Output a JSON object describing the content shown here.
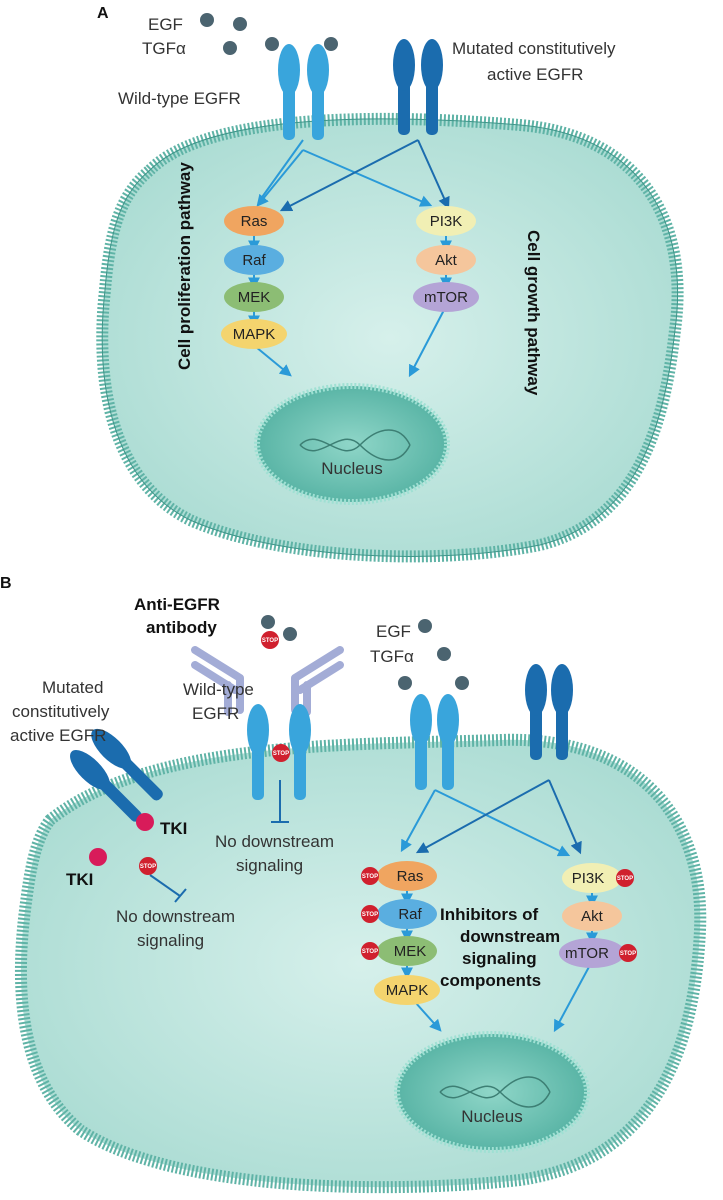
{
  "panel_a": {
    "label": "A",
    "ligands": [
      "EGF",
      "TGFα"
    ],
    "wild_type": "Wild-type EGFR",
    "mutated": [
      "Mutated constitutively",
      "active EGFR"
    ],
    "left_pathway": "Cell proliferation pathway",
    "right_pathway": "Cell growth pathway",
    "left_nodes": [
      "Ras",
      "Raf",
      "MEK",
      "MAPK"
    ],
    "right_nodes": [
      "PI3K",
      "Akt",
      "mTOR"
    ],
    "nucleus": "Nucleus"
  },
  "panel_b": {
    "label": "B",
    "antibody": [
      "Anti-EGFR",
      "antibody"
    ],
    "ligands": [
      "EGF",
      "TGFα"
    ],
    "wild_type": [
      "Wild-type",
      "EGFR"
    ],
    "mutated": [
      "Mutated",
      "constitutively",
      "active EGFR"
    ],
    "tki": "TKI",
    "stop": "STOP",
    "no_signal_1": [
      "No downstream",
      "signaling"
    ],
    "no_signal_2": [
      "No downstream",
      "signaling"
    ],
    "inhibitors": [
      "Inhibitors of",
      "downstream",
      "signaling",
      "components"
    ],
    "left_nodes": [
      "Ras",
      "Raf",
      "MEK",
      "MAPK"
    ],
    "right_nodes": [
      "PI3K",
      "Akt",
      "mTOR"
    ],
    "nucleus": "Nucleus"
  },
  "colors": {
    "cell_fill": "#c5e8e2",
    "cell_border": "#5fb3a6",
    "receptor_wild": "#39a5dc",
    "receptor_mutant": "#1b6cae",
    "ligand": "#4b6470",
    "arrow": "#2a9ad8",
    "stop": "#d0202e",
    "tki": "#d81b5a",
    "ras": "#f0a560",
    "raf": "#5aaee0",
    "mek": "#8cbd74",
    "mapk": "#f4d46e",
    "pi3k": "#f1efb4",
    "akt": "#f5c69c",
    "mtor": "#b4a4d6"
  }
}
